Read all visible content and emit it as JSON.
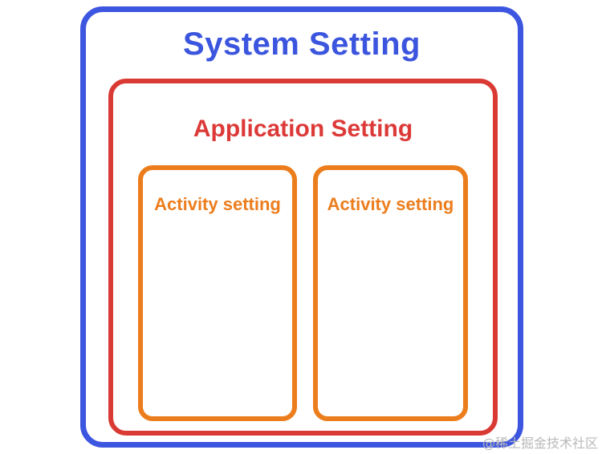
{
  "diagram": {
    "outer_box": {
      "label": "System Setting"
    },
    "middle_box": {
      "label": "Application Setting"
    },
    "inner_boxes": [
      {
        "label": "Activity setting"
      },
      {
        "label": "Activity setting"
      }
    ]
  },
  "watermark": {
    "text": "@稀土掘金技术社区"
  },
  "colors": {
    "outer_border_blue": "#3d56e0",
    "outer_title_blue": "#3b55de",
    "middle_border_red": "#da3a34",
    "middle_title_red": "#dc3a38",
    "inner_border_orange": "#ec7d1d",
    "inner_title_orange": "#ec7d1d",
    "watermark_gray": "#b9b9b9",
    "background": "#ffffff"
  }
}
